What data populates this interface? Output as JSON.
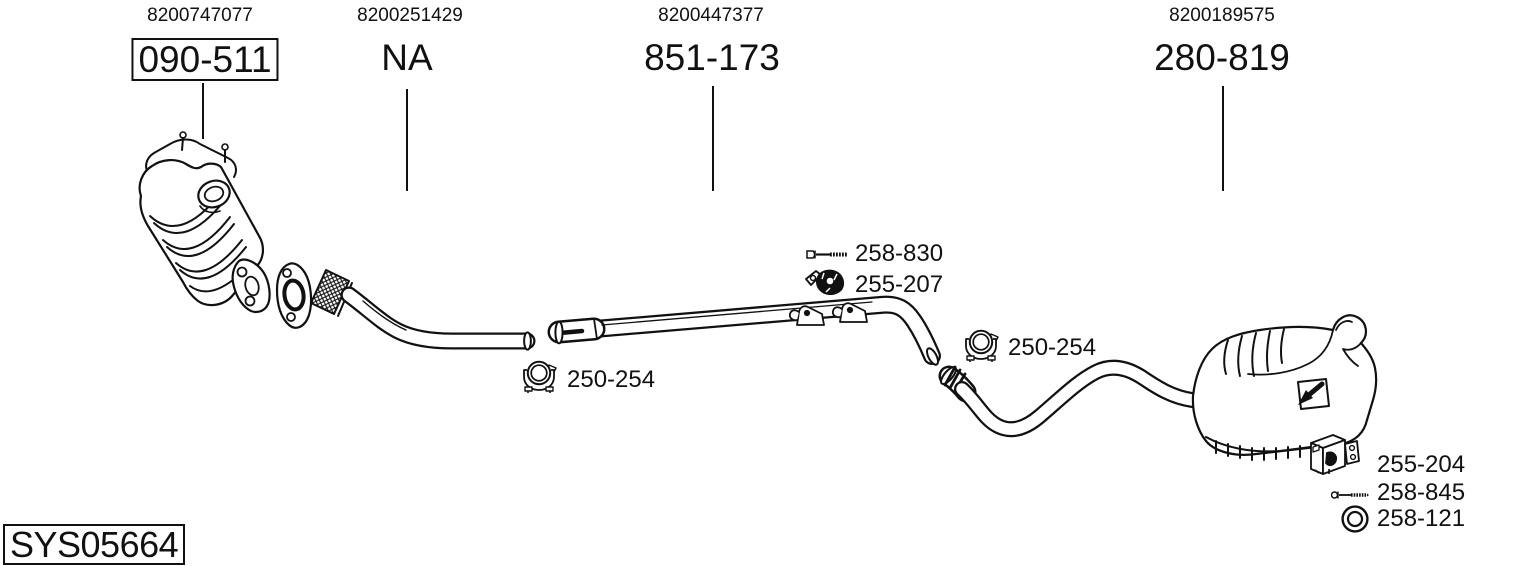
{
  "background": "#ffffff",
  "ink_color": "#111111",
  "system_code": "SYS05664",
  "columns": [
    {
      "oe_number": "8200747077",
      "part_code": "090-511",
      "boxed": true
    },
    {
      "oe_number": "8200251429",
      "part_code": "NA",
      "boxed": false
    },
    {
      "oe_number": "8200447377",
      "part_code": "851-173",
      "boxed": false
    },
    {
      "oe_number": "8200189575",
      "part_code": "280-819",
      "boxed": false
    }
  ],
  "callouts": [
    {
      "part_code": "258-830",
      "icon": "bolt-icon"
    },
    {
      "part_code": "255-207",
      "icon": "rubber-mount-icon"
    },
    {
      "part_code": "250-254",
      "icon": "pipe-clamp-icon"
    },
    {
      "part_code": "250-254",
      "icon": "pipe-clamp-icon"
    },
    {
      "part_code": "255-204",
      "icon": "hanger-bracket-icon"
    },
    {
      "part_code": "258-845",
      "icon": "long-bolt-icon"
    },
    {
      "part_code": "258-121",
      "icon": "ring-gasket-icon"
    }
  ]
}
